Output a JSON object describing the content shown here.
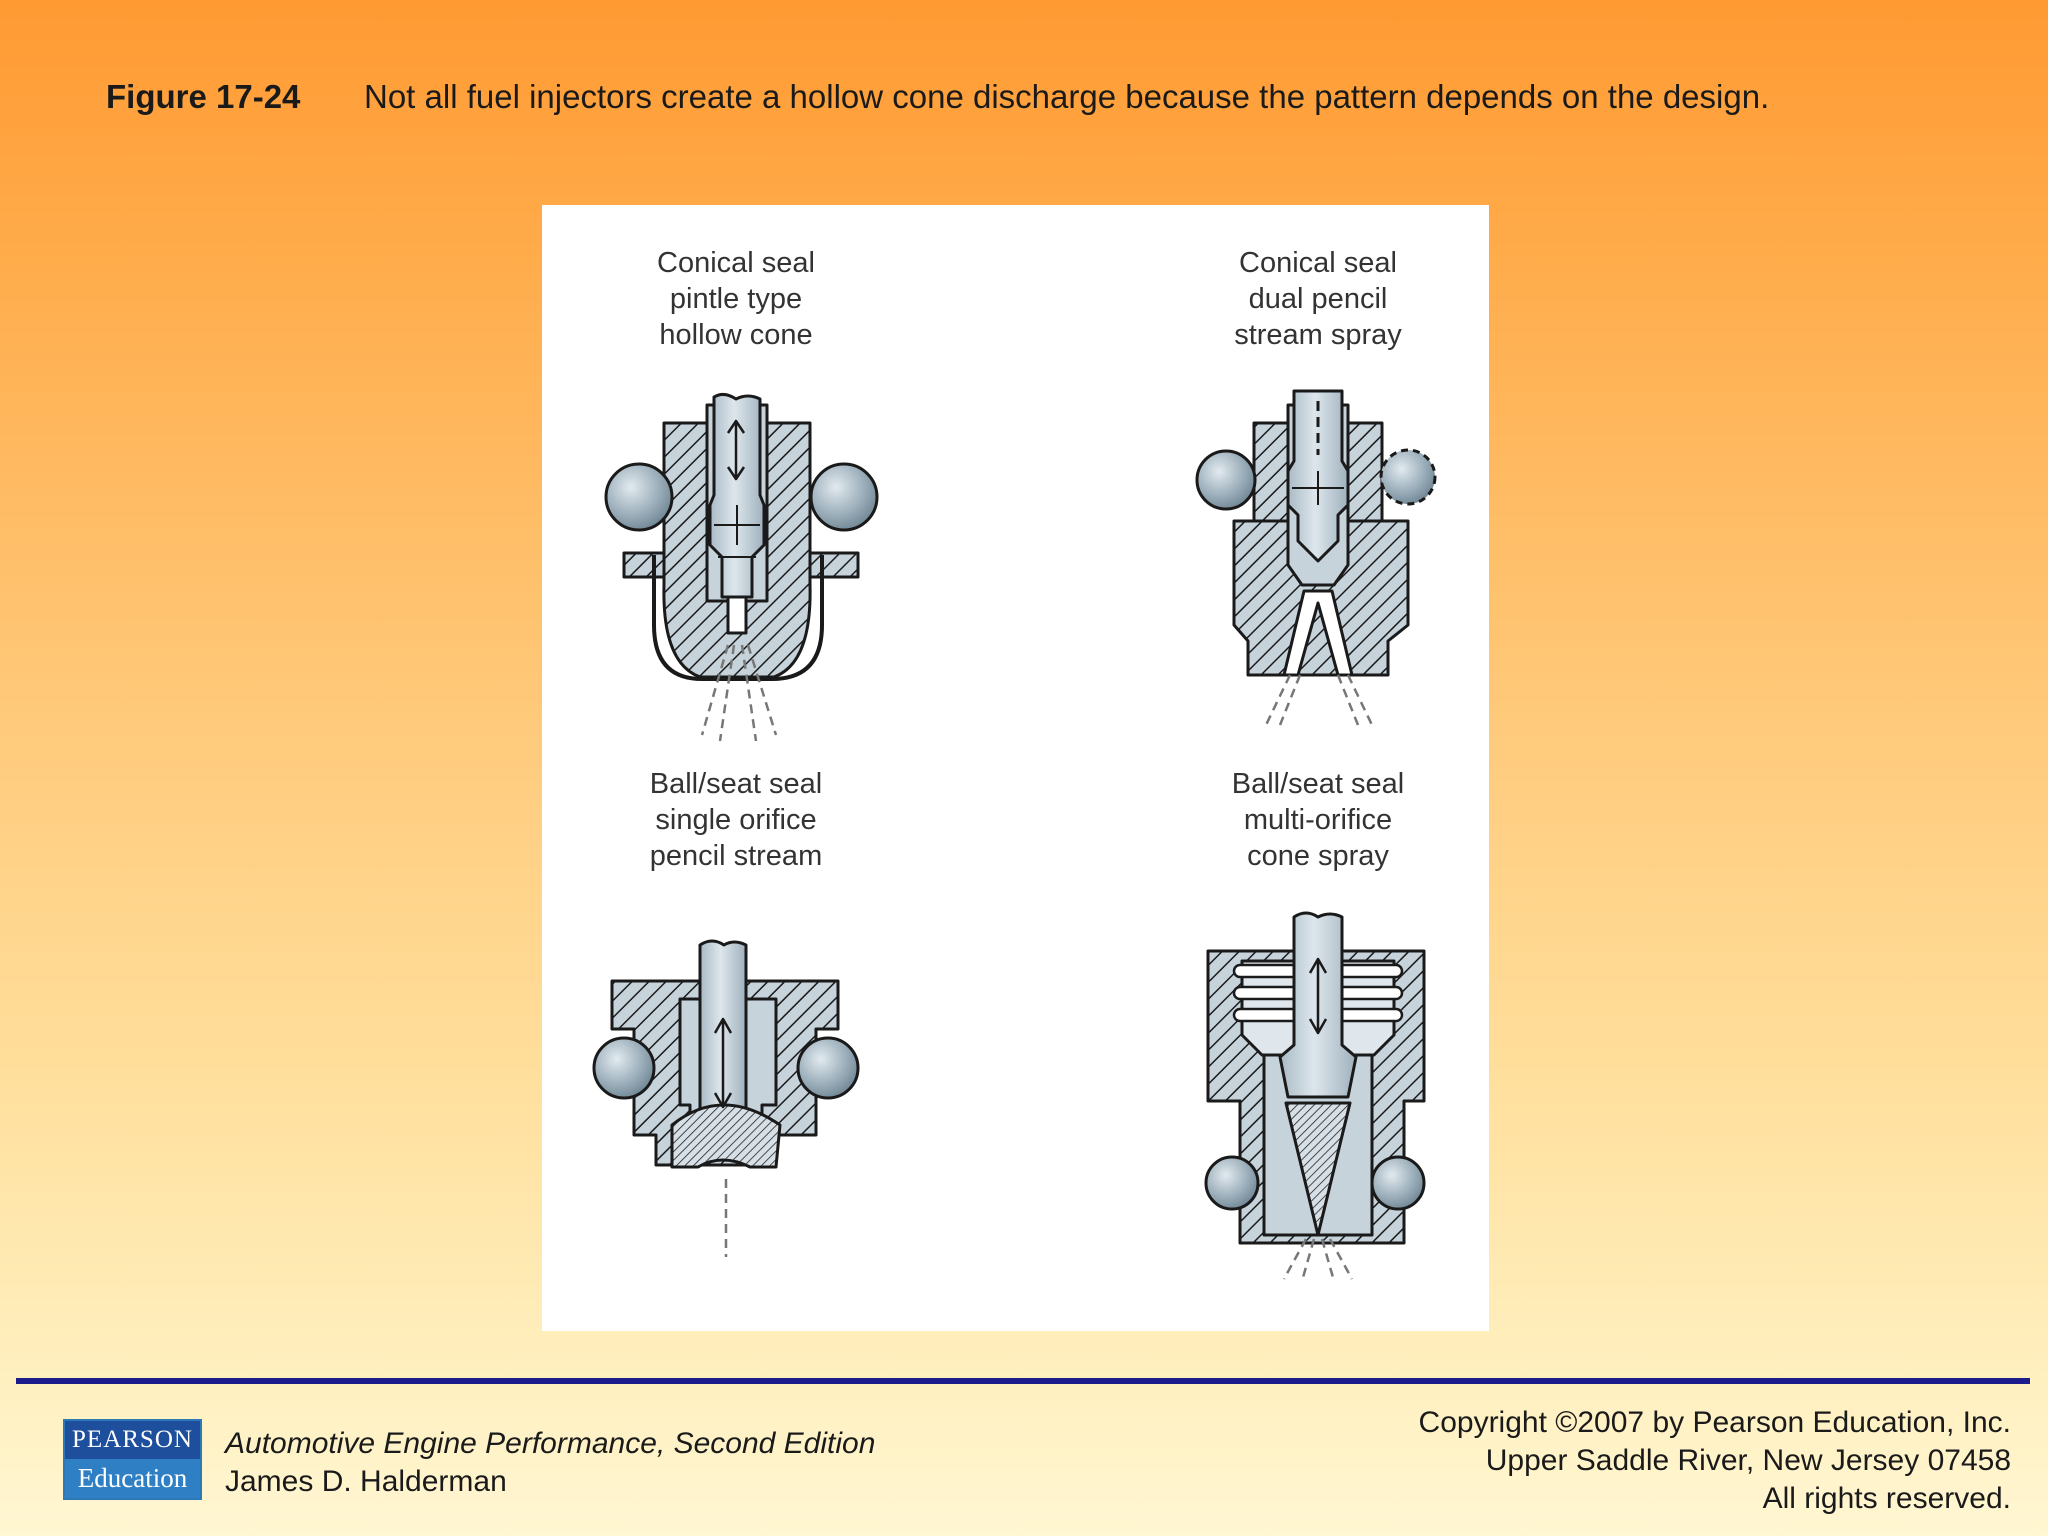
{
  "caption": {
    "figure_number": "Figure 17-24",
    "text": "Not all fuel injectors create a hollow cone discharge because the pattern depends on the design."
  },
  "diagram": {
    "injectors": [
      {
        "lines": [
          "Conical seal",
          "pintle type",
          "hollow cone"
        ]
      },
      {
        "lines": [
          "Conical seal",
          "dual pencil",
          "stream spray"
        ]
      },
      {
        "lines": [
          "Ball/seat seal",
          "single orifice",
          "pencil stream"
        ]
      },
      {
        "lines": [
          "Ball/seat seal",
          "multi-orifice",
          "cone spray"
        ]
      }
    ],
    "colors": {
      "metal": "#c6d3db",
      "hatch": "#1a1a1a",
      "outline": "#1a1a1a",
      "oring": "#98aab6"
    }
  },
  "footer": {
    "logo": {
      "top": "PEARSON",
      "bottom": "Education"
    },
    "book_title": "Automotive Engine Performance, Second Edition",
    "author": "James D. Halderman",
    "copyright": "Copyright ©2007 by Pearson Education, Inc.",
    "address": "Upper Saddle River, New Jersey 07458",
    "rights": "All rights reserved."
  }
}
